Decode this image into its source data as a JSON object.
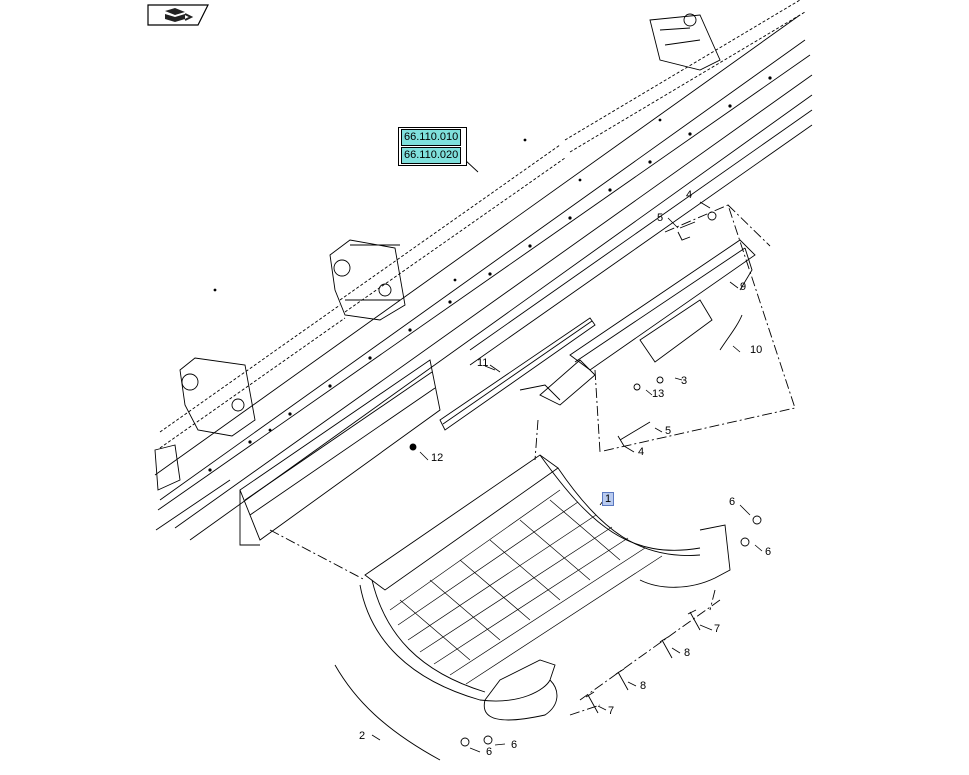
{
  "nav": {
    "icon": "book-nav-icon"
  },
  "references": [
    "66.110.010",
    "66.110.020"
  ],
  "callouts": {
    "c1": "1",
    "c2": "2",
    "c3": "3",
    "c4a": "4",
    "c4b": "4",
    "c5a": "5",
    "c5b": "5",
    "c6a": "6",
    "c6b": "6",
    "c6c": "6",
    "c6d": "6",
    "c7a": "7",
    "c7b": "7",
    "c8a": "8",
    "c8b": "8",
    "c9": "9",
    "c10": "10",
    "c11": "11",
    "c12": "12",
    "c13": "13"
  },
  "colors": {
    "line": "#000000",
    "ref_fill": "#7fe0dc",
    "selected_fill": "#b9cbf0"
  }
}
